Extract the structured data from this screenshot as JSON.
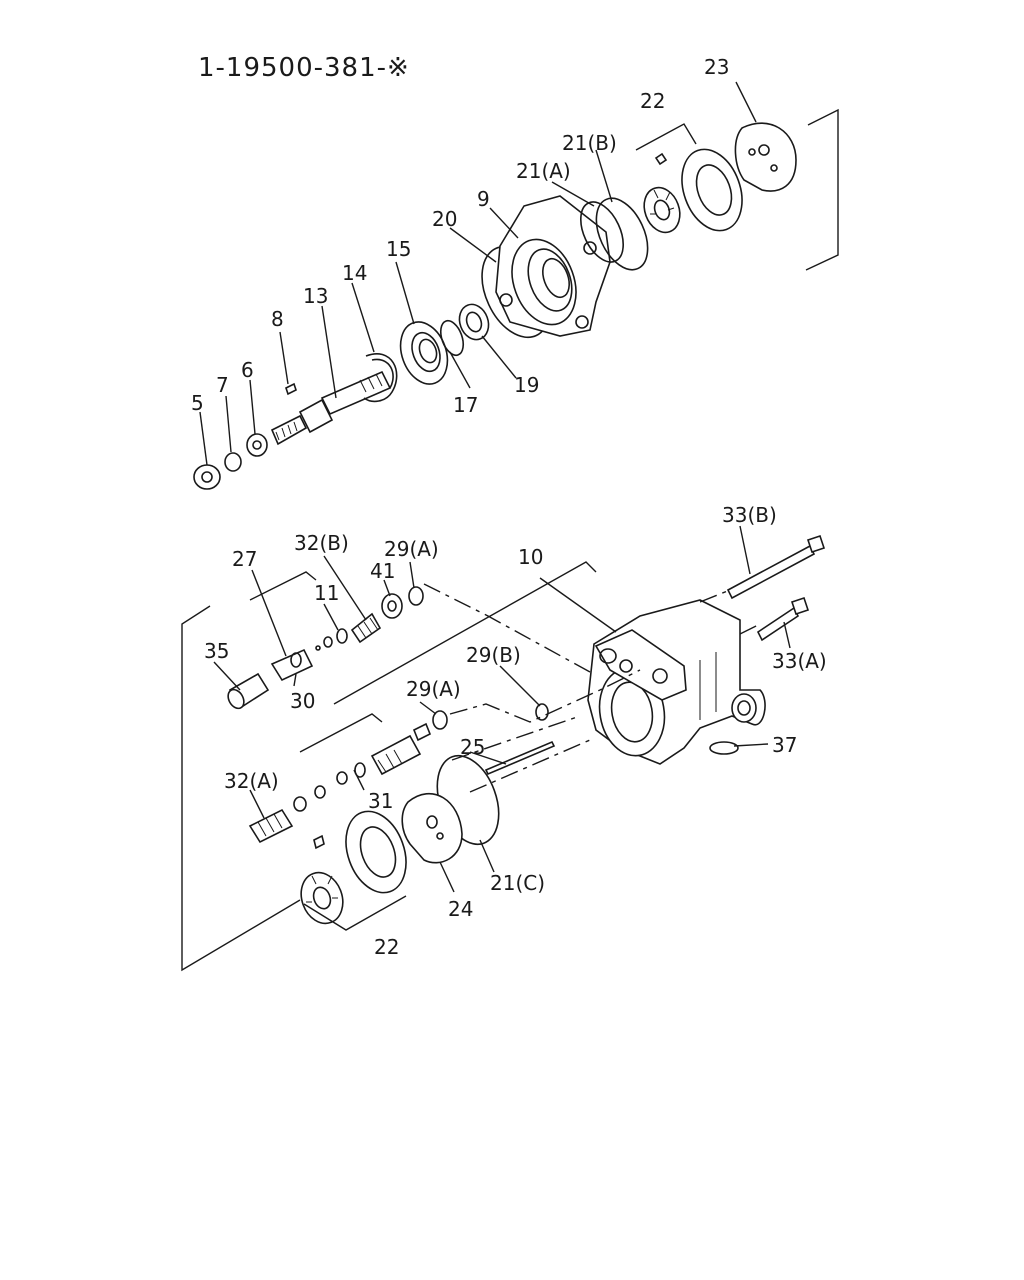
{
  "title": "1-19500-381-※",
  "labels": {
    "p5": "5",
    "p6": "6",
    "p7": "7",
    "p8": "8",
    "p9": "9",
    "p10": "10",
    "p11": "11",
    "p13": "13",
    "p14": "14",
    "p15": "15",
    "p17": "17",
    "p19": "19",
    "p20": "20",
    "p21a": "21(A)",
    "p21b": "21(B)",
    "p21c": "21(C)",
    "p22_top": "22",
    "p22_bot": "22",
    "p23": "23",
    "p24": "24",
    "p25": "25",
    "p27": "27",
    "p29a_1": "29(A)",
    "p29a_2": "29(A)",
    "p29b": "29(B)",
    "p30": "30",
    "p31": "31",
    "p32a": "32(A)",
    "p32b": "32(B)",
    "p33a": "33(A)",
    "p33b": "33(B)",
    "p35": "35",
    "p37": "37",
    "p41": "41"
  }
}
